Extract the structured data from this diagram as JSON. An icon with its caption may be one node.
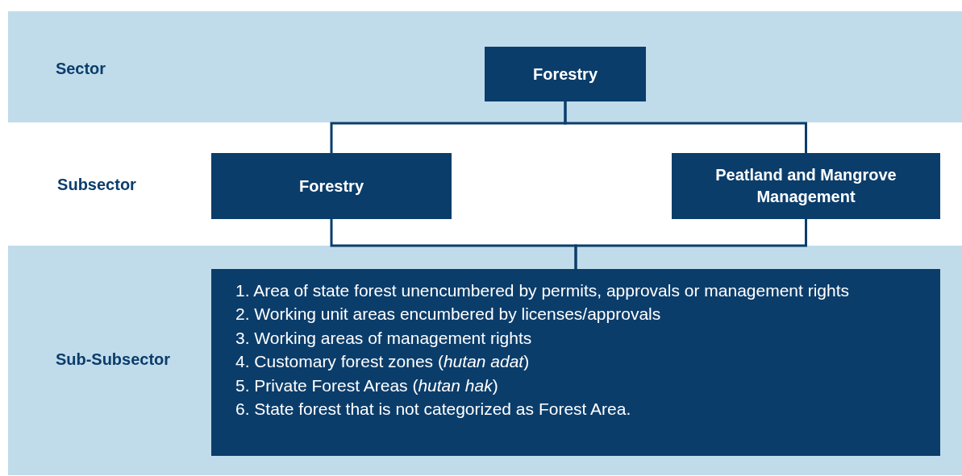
{
  "diagram": {
    "nodes": [
      {
        "text": [
          "Sector"
        ]
      },
      {
        "text": [
          "Forestry"
        ],
        "in": 0
      },
      {
        "text": [
          "Forestry"
        ]
      },
      {
        "text": [
          "Peatland and Mangrove Management"
        ]
      },
      {
        "text": [
          "Sub-Subsector"
        ]
      },
      {
        "text": [
          "1. Area of state forest unencumbered by permits, approvals or management rights",
          "2. Working unit areas encumbered by licenses/approvals",
          "3. Working areas of management rights",
          "4. Customary forest zones (*hutan adat*)",
          "5. Private Forest Areas (*hutan hak*)",
          "6. State forest that is not categorized as Forest Area."
        ],
        "in": 4
      }
    ],
    "edges": [
      {
        "from": 1,
        "to": 2,
        "arrow": "none"
      },
      {
        "from": 1,
        "to": 3,
        "arrow": "none"
      },
      {
        "from": 2,
        "to": 5,
        "arrow": "none"
      },
      {
        "from": 3,
        "to": 5,
        "arrow": "none"
      }
    ],
    "labels": [
      "Subsector"
    ]
  }
}
